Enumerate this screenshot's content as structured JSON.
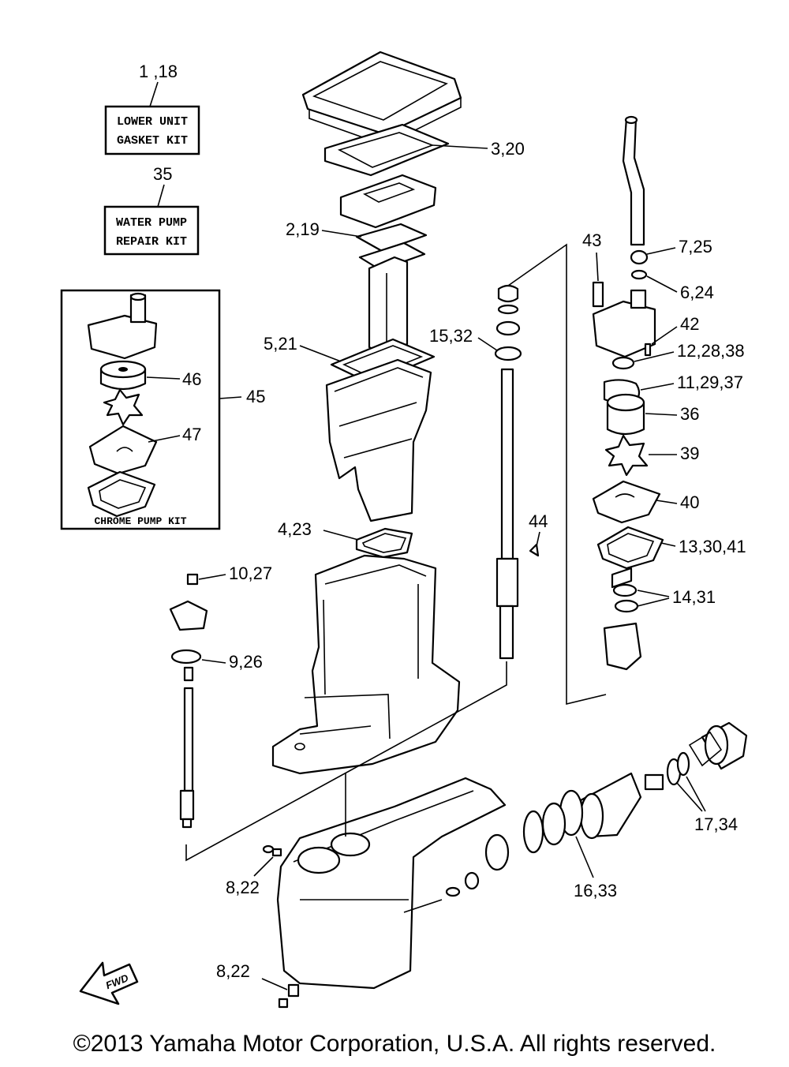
{
  "kits": {
    "lower_unit": {
      "callout": "1 ,18",
      "line1": "LOWER UNIT",
      "line2": "GASKET KIT"
    },
    "water_pump": {
      "callout": "35",
      "line1": "WATER PUMP",
      "line2": "REPAIR KIT"
    },
    "chrome_pump": {
      "callout": "45",
      "label": "CHROME PUMP KIT"
    }
  },
  "callouts": {
    "c3_20": "3,20",
    "c2_19": "2,19",
    "c5_21": "5,21",
    "c4_23": "4,23",
    "c15_32": "15,32",
    "c43": "43",
    "c7_25": "7,25",
    "c6_24": "6,24",
    "c42": "42",
    "c12_28_38": "12,28,38",
    "c11_29_37": "11,29,37",
    "c36": "36",
    "c39": "39",
    "c40": "40",
    "c13_30_41": "13,30,41",
    "c44": "44",
    "c14_31": "14,31",
    "c10_27": "10,27",
    "c9_26": "9,26",
    "c46": "46",
    "c47": "47",
    "c17_34": "17,34",
    "c16_33": "16,33",
    "c8_22_top": "8,22",
    "c8_22_bottom": "8,22"
  },
  "fwd_label": "FWD",
  "copyright": "©2013 Yamaha Motor Corporation, U.S.A. All rights reserved."
}
